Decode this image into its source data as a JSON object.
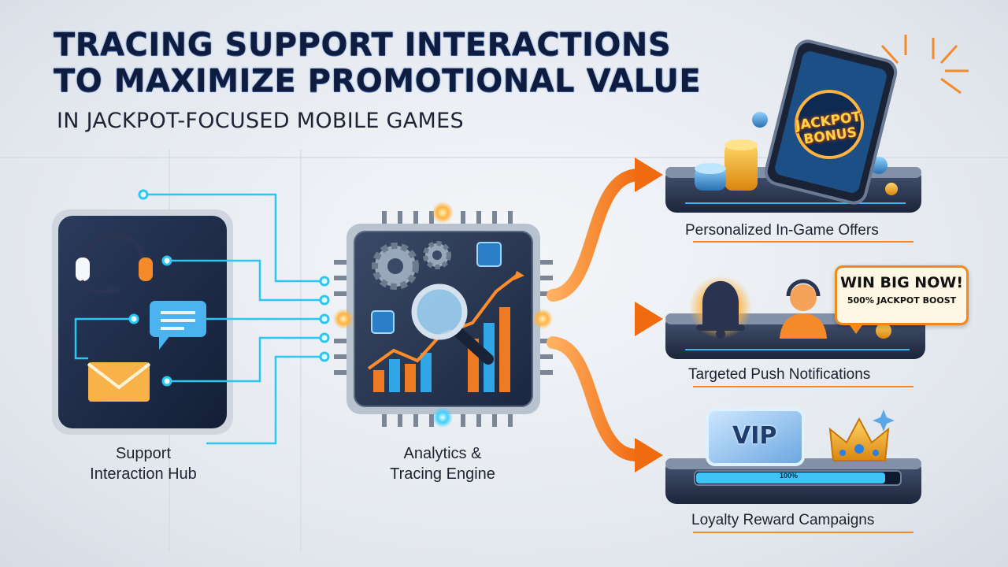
{
  "title": {
    "line1": "TRACING SUPPORT INTERACTIONS",
    "line2": "TO MAXIMIZE PROMOTIONAL VALUE",
    "subtitle": "IN JACKPOT-FOCUSED MOBILE GAMES"
  },
  "nodes": {
    "hub": {
      "line1": "Support",
      "line2": "Interaction Hub"
    },
    "engine": {
      "line1": "Analytics &",
      "line2": "Tracing Engine"
    }
  },
  "outputs": [
    {
      "label": "Personalized In-Game Offers"
    },
    {
      "label": "Targeted Push Notifications"
    },
    {
      "label": "Loyalty Reward Campaigns"
    }
  ],
  "badges": {
    "jackpot_line1": "JACKPOT",
    "jackpot_line2": "BONUS",
    "callout_big": "WIN BIG NOW!",
    "callout_small": "500% JACKPOT BOOST",
    "vip": "VIP",
    "progress": "100%"
  },
  "colors": {
    "accent_orange": "#f27a1a",
    "accent_cyan": "#27c4f0",
    "navy": "#0f1c3d",
    "panel_dark": "#1c2a44"
  }
}
